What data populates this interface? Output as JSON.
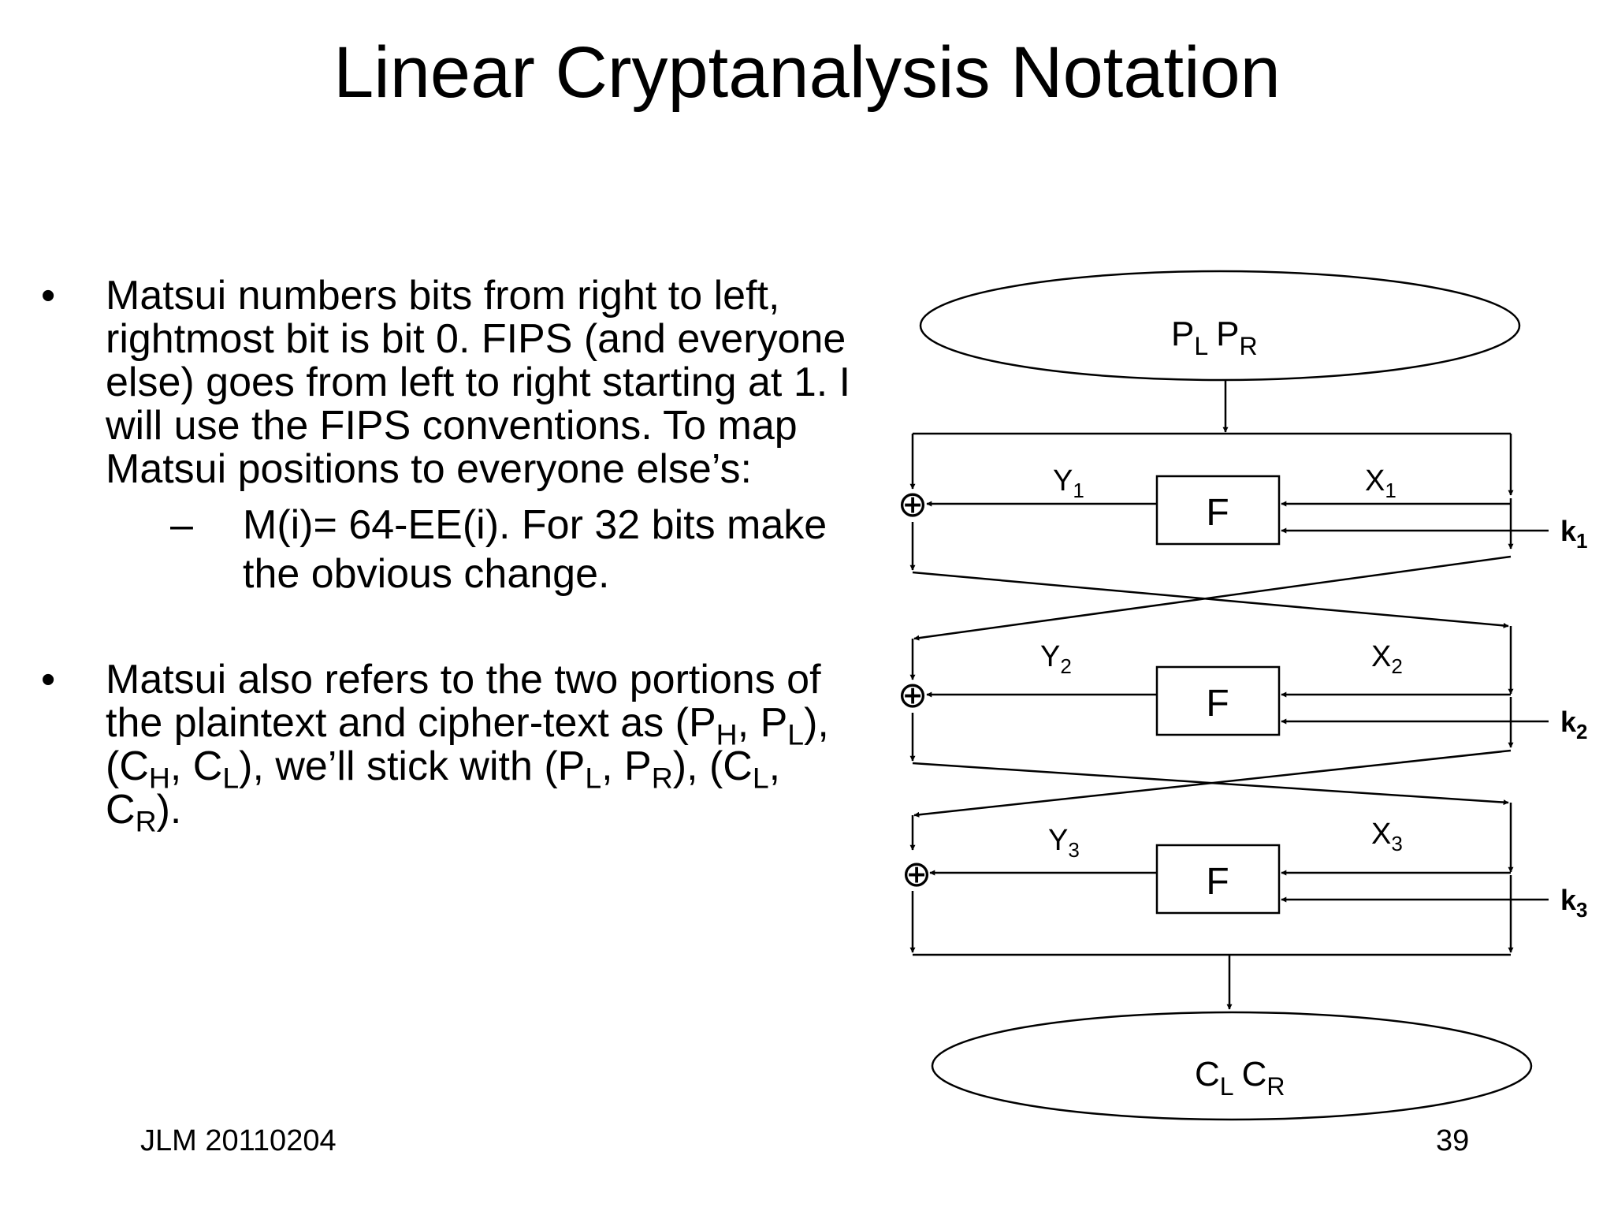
{
  "slide": {
    "title": "Linear Cryptanalysis Notation",
    "footer_left": "JLM 20110204",
    "page_number": "39"
  },
  "bullets": {
    "first": {
      "text": "Matsui numbers bits from right to left, rightmost bit is bit 0.  FIPS (and everyone else) goes from left to right starting at 1.  I will use the FIPS conventions.  To map Matsui positions to everyone else’s:",
      "sub": "M(i)= 64-EE(i).  For 32 bits make the obvious change."
    },
    "second": {
      "lead": "Matsui also refers to the two portions of the plaintext and cipher-text as  (P",
      "s1": "H",
      "t1": ", P",
      "s2": "L",
      "t2": "), (C",
      "s3": "H",
      "t3": ", C",
      "s4": "L",
      "t4": "), we’ll stick with (P",
      "s5": "L",
      "t5": ", P",
      "s6": "R",
      "t6": "), (C",
      "s7": "L",
      "t7": ", C",
      "s8": "R",
      "t8": ")."
    }
  },
  "diagram": {
    "input": {
      "a": "P",
      "a_sub": "L",
      "b": "P",
      "b_sub": "R"
    },
    "output": {
      "a": "C",
      "a_sub": "L",
      "b": "C",
      "b_sub": "R"
    },
    "rounds": [
      {
        "f_label": "F",
        "y": "Y",
        "y_sub": "1",
        "x": "X",
        "x_sub": "1",
        "key": "k",
        "key_sub": "1"
      },
      {
        "f_label": "F",
        "y": "Y",
        "y_sub": "2",
        "x": "X",
        "x_sub": "2",
        "key": "k",
        "key_sub": "2"
      },
      {
        "f_label": "F",
        "y": "Y",
        "y_sub": "3",
        "x": "X",
        "x_sub": "3",
        "key": "k",
        "key_sub": "3"
      }
    ],
    "xor_symbol": "⊕"
  }
}
